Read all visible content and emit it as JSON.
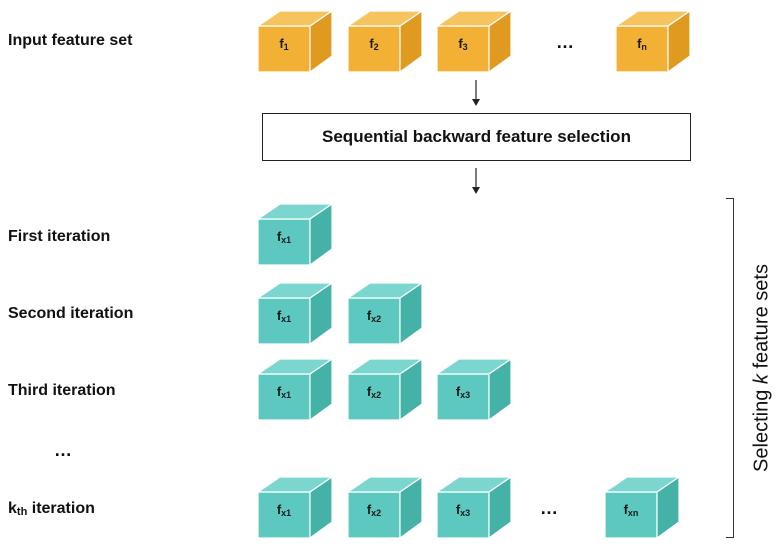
{
  "colors": {
    "input_cube": "#F2B035",
    "input_cube_top": "#F6C45E",
    "input_cube_side": "#DF9A1F",
    "iter_cube": "#5CC8BF",
    "iter_cube_top": "#7AD6CE",
    "iter_cube_side": "#45B2A8",
    "stroke": "#ffffff"
  },
  "icons": {
    "cube": "cube-icon",
    "arrow": "arrow-down-icon"
  },
  "rows": {
    "input": {
      "label": "Input feature set",
      "cubes": [
        {
          "base": "f",
          "sub": "1"
        },
        {
          "base": "f",
          "sub": "2"
        },
        {
          "base": "f",
          "sub": "3"
        },
        {
          "base": "f",
          "sub": "n"
        }
      ],
      "ellipsis": "…"
    },
    "first": {
      "label": "First iteration",
      "cubes": [
        {
          "base": "f",
          "sub": "x1"
        }
      ]
    },
    "second": {
      "label": "Second iteration",
      "cubes": [
        {
          "base": "f",
          "sub": "x1"
        },
        {
          "base": "f",
          "sub": "x2"
        }
      ]
    },
    "third": {
      "label": "Third iteration",
      "cubes": [
        {
          "base": "f",
          "sub": "x1"
        },
        {
          "base": "f",
          "sub": "x2"
        },
        {
          "base": "f",
          "sub": "x3"
        }
      ]
    },
    "gap": {
      "ellipsis": "…"
    },
    "kth": {
      "label_base": "k",
      "label_sub": "th",
      "label_rest": " iteration",
      "cubes": [
        {
          "base": "f",
          "sub": "x1"
        },
        {
          "base": "f",
          "sub": "x2"
        },
        {
          "base": "f",
          "sub": "x3"
        },
        {
          "base": "f",
          "sub": "xn"
        }
      ],
      "ellipsis": "…"
    }
  },
  "selection_box": {
    "label": "Sequential backward feature selection"
  },
  "side_label": {
    "prefix": "Selecting ",
    "emphasis": "k",
    "suffix": " feature sets"
  }
}
